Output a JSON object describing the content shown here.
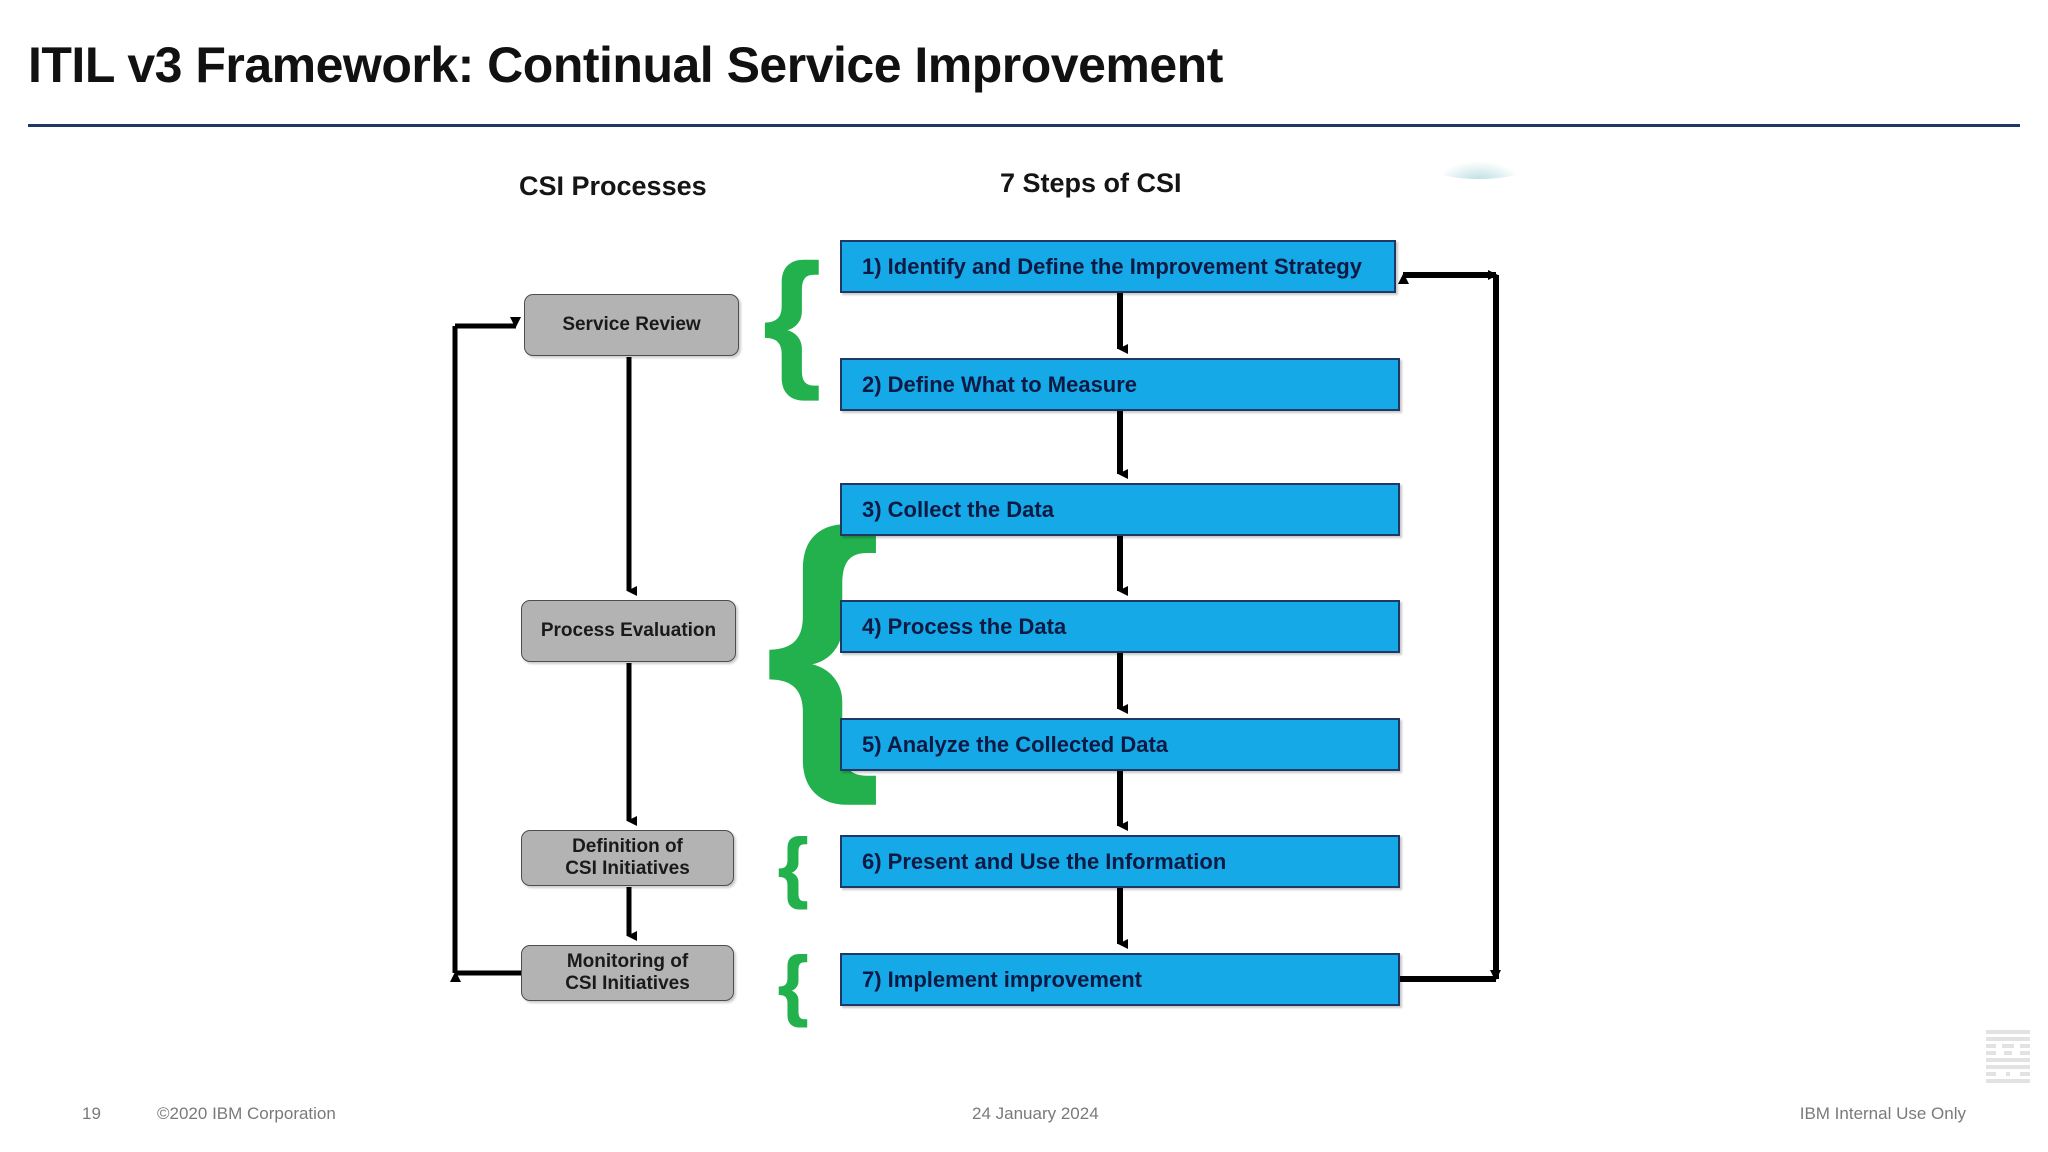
{
  "slide": {
    "title": "ITIL v3 Framework: Continual Service Improvement"
  },
  "diagram": {
    "headings": {
      "left_column": "CSI Processes",
      "right_column": "7 Steps of CSI"
    },
    "steps": [
      {
        "id": "step-1",
        "label": "1) Identify and Define the Improvement Strategy"
      },
      {
        "id": "step-2",
        "label": "2) Define What to Measure"
      },
      {
        "id": "step-3",
        "label": "3) Collect the Data"
      },
      {
        "id": "step-4",
        "label": "4) Process the Data"
      },
      {
        "id": "step-5",
        "label": "5) Analyze the Collected Data"
      },
      {
        "id": "step-6",
        "label": "6) Present and Use the Information"
      },
      {
        "id": "step-7",
        "label": "7) Implement improvement"
      }
    ],
    "processes": [
      {
        "id": "proc-service-review",
        "label": "Service Review"
      },
      {
        "id": "proc-process-eval",
        "label": "Process Evaluation"
      },
      {
        "id": "proc-definition-csi",
        "line1": "Definition of",
        "line2": "CSI Initiatives"
      },
      {
        "id": "proc-monitoring-csi",
        "line1": "Monitoring of",
        "line2": "CSI Initiatives"
      }
    ],
    "braces": {
      "glyph": "{",
      "count": 4,
      "groups": [
        {
          "process": "Service Review",
          "steps": [
            "1) Identify and Define the Improvement Strategy",
            "2) Define What to Measure"
          ]
        },
        {
          "process": "Process Evaluation",
          "steps": [
            "3) Collect the Data",
            "4) Process the Data",
            "5) Analyze the Collected Data"
          ]
        },
        {
          "process": "Definition of CSI Initiatives",
          "steps": [
            "6) Present and Use the Information"
          ]
        },
        {
          "process": "Monitoring of CSI Initiatives",
          "steps": [
            "7) Implement improvement"
          ]
        }
      ]
    },
    "colors": {
      "step_fill": "#15a9e8",
      "step_border": "#1f3864",
      "step_text": "#0d1b44",
      "process_fill": "#b3b3b3",
      "process_border": "#4d4d4d",
      "brace": "#22b14c",
      "connector": "#000000",
      "title_rule": "#1f3864"
    }
  },
  "footer": {
    "page_number": "19",
    "copyright": "©2020 IBM Corporation",
    "date": "24 January 2024",
    "classification": "IBM Internal Use Only"
  }
}
